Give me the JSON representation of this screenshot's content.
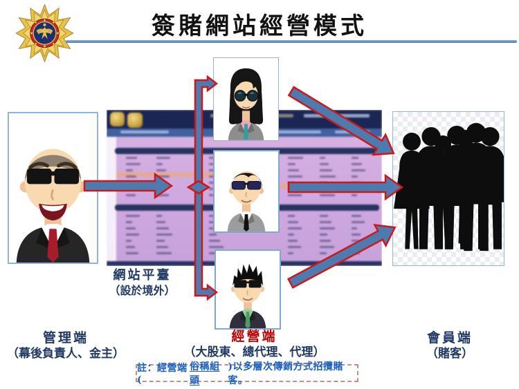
{
  "title": "簽賭網站經營模式",
  "icons": {
    "police_badge": "taiwan-police-star-badge",
    "admin_avatar": "man-sunglasses-black-suit-red-tie",
    "operator_top_avatar": "woman-sunglasses-gray-jacket-teal-tie",
    "operator_mid_avatar": "man-sunglasses-gray-suit-black-tie",
    "operator_bottom_avatar": "man-sunglasses-dark-suit-green-tie",
    "members_crowd": "black-silhouette-crowd"
  },
  "website_platform": {
    "line1": "網站平臺",
    "line2": "（設於境外）"
  },
  "roles": {
    "admin": {
      "title": "管理端",
      "subtitle": "（幕後負責人、金主）"
    },
    "operator": {
      "title": "經營端",
      "subtitle": "（大股東、總代理、代理）"
    },
    "member": {
      "title": "會員端",
      "subtitle": "（賭客）"
    }
  },
  "note": {
    "prefix": "註：經營端(",
    "underlined": "俗稱組頭",
    "suffix": ")以多層次傳銷方式招攬賭客。"
  },
  "colors": {
    "arrow_fill": "#4d7bb0",
    "arrow_stroke": "#d01616",
    "navy_text": "#1f3864",
    "operator_red": "#c00000",
    "note_blue": "#1b5fc0",
    "title_rule": "#6e93bd"
  }
}
